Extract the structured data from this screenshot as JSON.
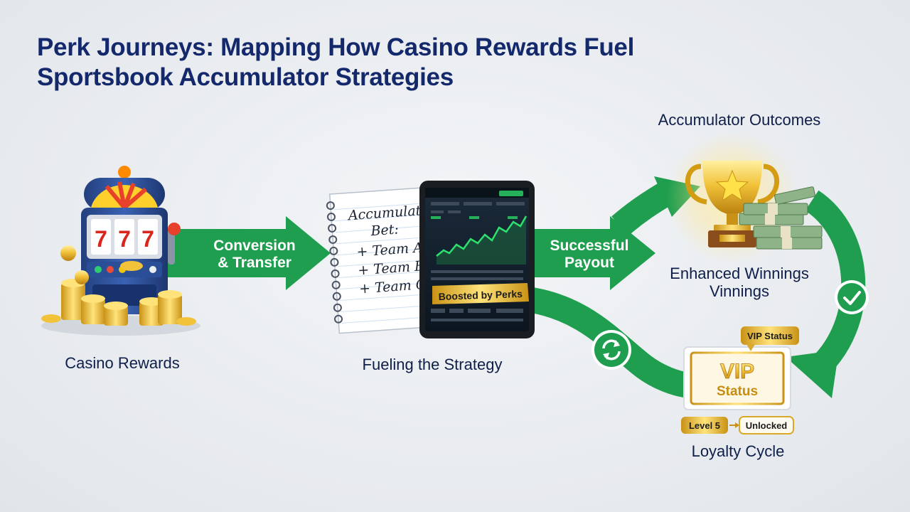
{
  "title": {
    "line1": "Perk Journeys: Mapping How Casino Rewards Fuel",
    "line2": "Sportsbook Accumulator Strategies"
  },
  "nodes": {
    "casino": {
      "label": "Casino Rewards",
      "icon": "slot-machine-icon",
      "reels": "777"
    },
    "strategy": {
      "label": "Fueling the Strategy",
      "notepad": {
        "line1": "Accumulator",
        "line2": "Bet:",
        "line3": "+ Team A",
        "line4": "+ Team B",
        "line5": "+ Team C"
      },
      "tablet_badge": "Boosted by Perks"
    },
    "outcomes": {
      "heading": "Accumulator Outcomes",
      "label_line1": "Enhanced Winnings",
      "label_line2": "Vinnings"
    },
    "loyalty": {
      "label": "Loyalty Cycle",
      "ticket_line1": "VIP",
      "ticket_line2": "Status",
      "tag": "VIP Status",
      "level": "Level 5",
      "unlocked": "Unlocked"
    }
  },
  "flows": {
    "conversion_line1": "Conversion",
    "conversion_line2": "& Transfer",
    "payout_line1": "Successful",
    "payout_line2": "Payout"
  },
  "colors": {
    "title": "#14296b",
    "arrow_green": "#1f9e4f",
    "gold": "#e2a51c",
    "navy_text": "#0f1f4a"
  }
}
